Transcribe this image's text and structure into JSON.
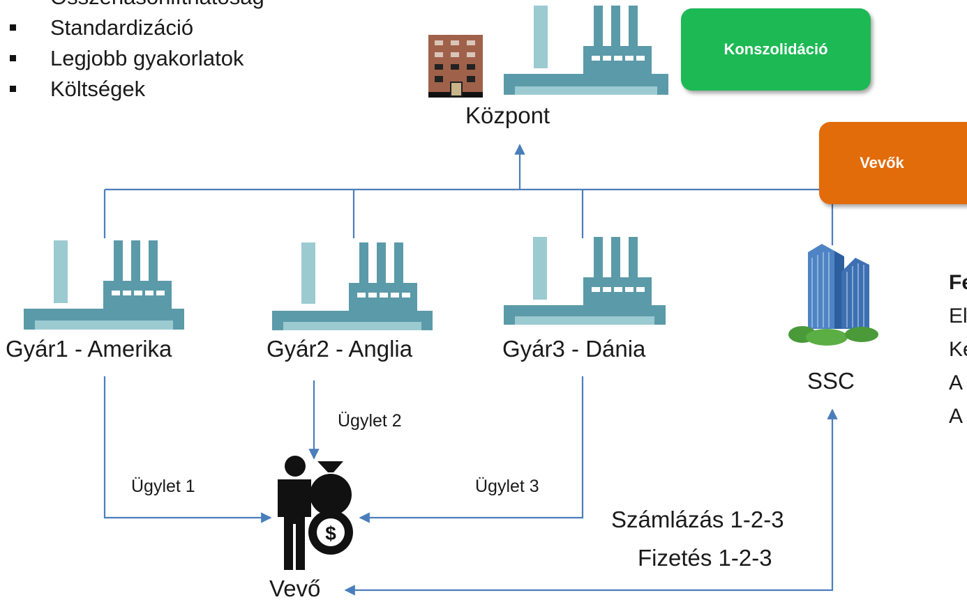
{
  "bullets": [
    "Összehasonlíthatóság",
    "Standardizáció",
    "Legjobb gyakorlatok",
    "Költségek"
  ],
  "nodes": {
    "kozpont": "Központ",
    "gyar1": "Gyár1 - Amerika",
    "gyar2": "Gyár2 - Anglia",
    "gyar3": "Gyár3 - Dánia",
    "ssc": "SSC",
    "vevo": "Vevő"
  },
  "boxes": {
    "konszolidacio": "Konszolidáció",
    "vevok": "Vevők"
  },
  "transactions": {
    "t1": "Ügylet 1",
    "t2": "Ügylet 2",
    "t3": "Ügylet 3"
  },
  "billing": {
    "line1": "Számlázás 1-2-3",
    "line2": "Fizetés 1-2-3"
  },
  "right_text": {
    "heading": "Fe",
    "lines": [
      "El",
      "Ke",
      "A",
      "A"
    ]
  },
  "colors": {
    "arrow": "#4a7ebb",
    "konszolidacio": "#1db954",
    "vevok": "#e26b0a",
    "factory": "#5b9aa9"
  }
}
